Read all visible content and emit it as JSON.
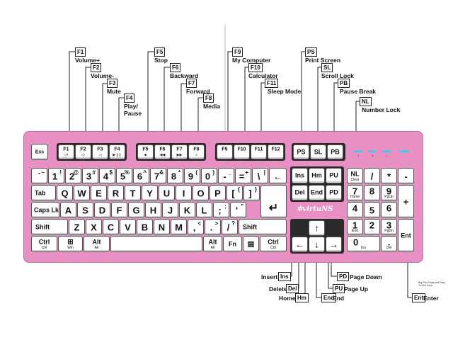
{
  "callouts_top": [
    {
      "key": "F1",
      "label": "Volume+"
    },
    {
      "key": "F2",
      "label": "Volume-"
    },
    {
      "key": "F3",
      "label": "Mute"
    },
    {
      "key": "F4",
      "label": "Play/\nPause"
    },
    {
      "key": "F5",
      "label": "Stop"
    },
    {
      "key": "F6",
      "label": "Backward"
    },
    {
      "key": "F7",
      "label": "Forward"
    },
    {
      "key": "F8",
      "label": "Media"
    },
    {
      "key": "F9",
      "label": "My Computer"
    },
    {
      "key": "F10",
      "label": "Calculator"
    },
    {
      "key": "F11",
      "label": "Sleep Mode"
    },
    {
      "key": "PS",
      "label": "Print Screen"
    },
    {
      "key": "SL",
      "label": "Scroll Lock"
    },
    {
      "key": "PB",
      "label": "Pause Break"
    },
    {
      "key": "NL",
      "label": "Number Lock"
    }
  ],
  "callouts_bottom": [
    {
      "key": "Ins",
      "label": "Insert"
    },
    {
      "key": "Del",
      "label": "Delete"
    },
    {
      "key": "Hm",
      "label": "Home"
    },
    {
      "key": "End",
      "label": "End"
    },
    {
      "key": "PD",
      "label": "Page Down"
    },
    {
      "key": "PU",
      "label": "Page Up"
    },
    {
      "key": "Ent",
      "label": "Enter"
    }
  ],
  "keyboard": {
    "brand": "✲virtuNS",
    "brand_note": "Big Print Keyboard Easy-To-See Keys",
    "led_color": "#49c8e8",
    "led_labels": [
      "1",
      "A",
      "↓"
    ],
    "body_color": "#e88fc4"
  },
  "keys": {
    "esc": "Esc",
    "f1": "F1",
    "f2": "F2",
    "f3": "F3",
    "f4": "F4",
    "f5": "F5",
    "f6": "F6",
    "f7": "F7",
    "f8": "F8",
    "f9": "F9",
    "f10": "F10",
    "f11": "F11",
    "f12": "F12",
    "ps": "PS",
    "sl": "SL",
    "pb": "PB",
    "f1s": "◁+",
    "f2s": "◁-",
    "f3s": "◁",
    "f4s": "▶❙❙",
    "f5s": "■",
    "f6s": "◀◀",
    "f7s": "▶▶",
    "f8s": "♫",
    "tilde_lo": "`",
    "tilde_hi": "~",
    "n1": "1",
    "n1s": "!",
    "n2": "2",
    "n2s": "@",
    "n3": "3",
    "n3s": "#",
    "n4": "4",
    "n4s": "$",
    "n5": "5",
    "n5s": "%",
    "n6": "6",
    "n6s": "^",
    "n7": "7",
    "n7s": "&",
    "n8": "8",
    "n8s": "*",
    "n9": "9",
    "n9s": "(",
    "n0": "0",
    "n0s": ")",
    "minus": "-",
    "minuss": "_",
    "equal": "=",
    "equals": "+",
    "bslash": "\\",
    "bslashs": "|",
    "back": "←",
    "ins": "Ins",
    "hm": "Hm",
    "pu": "PU",
    "del": "Del",
    "end": "End",
    "pd": "PD",
    "nl": "NL",
    "nlsub": "Clear",
    "slash": "/",
    "star": "*",
    "nminus": "-",
    "nplus": "+",
    "tab": "Tab",
    "q": "Q",
    "w": "W",
    "e": "E",
    "r": "R",
    "t": "T",
    "y": "Y",
    "u": "U",
    "i": "I",
    "o": "O",
    "p": "P",
    "lbr": "[",
    "lbrs": "{",
    "rbr": "]",
    "rbrs": "}",
    "caps": "Caps Lk",
    "a": "A",
    "s": "S",
    "d": "D",
    "f": "F",
    "g": "G",
    "h": "H",
    "j": "J",
    "k": "K",
    "l": "L",
    "semi": ";",
    "semis": ":",
    "quote": "'",
    "quotes": "\"",
    "enter": "↵",
    "shift": "Shift",
    "z": "Z",
    "x": "X",
    "c": "C",
    "v": "V",
    "b": "B",
    "n": "N",
    "m": "M",
    "comma": ",",
    "commas": "<",
    "period": ".",
    "periods": ">",
    "qslash": "/",
    "qslashs": "?",
    "ctrl": "Ctrl",
    "ctrlsub": "Ctrl",
    "win": "⊞",
    "winsub": "Win",
    "alt": "Alt",
    "altsub": "Alt",
    "fn": "Fn",
    "menu": "▤",
    "up": "↑",
    "down": "↓",
    "left": "←",
    "right": "→",
    "np7": "7",
    "np7s": "Home",
    "np8": "8",
    "np8s": "↑",
    "np9": "9",
    "np9s": "PgUp",
    "np4": "4",
    "np4s": "←",
    "np5": "5",
    "np6": "6",
    "np6s": "→",
    "np1": "1",
    "np1s": "End",
    "np2": "2",
    "np2s": "↓",
    "np3": "3",
    "np3s": "PgDn",
    "np0": "0",
    "np0s": "Ins",
    "npdot": ".",
    "npdots": "Del",
    "nent": "Ent"
  }
}
